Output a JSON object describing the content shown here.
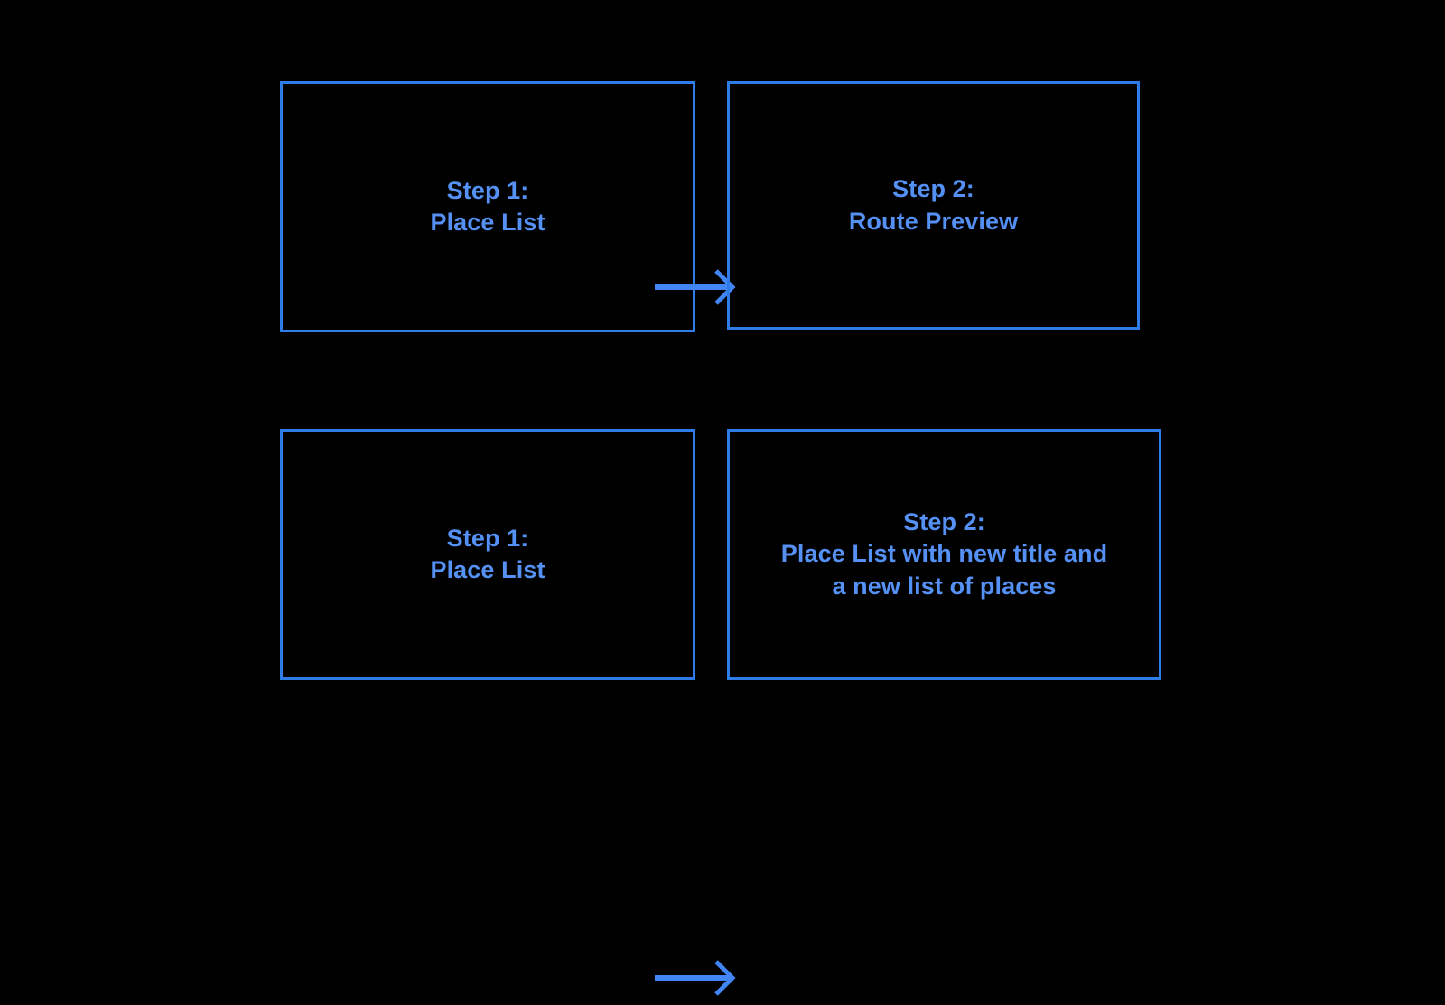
{
  "page": {
    "background_color": "#000000",
    "accent_color": "#4285f4",
    "border_color": "#2f7ce8",
    "text_color": "#5590f5",
    "type": "flow-diagram"
  },
  "diagram": {
    "rows": [
      {
        "name": "route-preview-flow",
        "nodes": [
          {
            "id": "top-step-1",
            "label": "Step 1:\nPlace List"
          },
          {
            "id": "top-step-2",
            "label": "Step 2:\nRoute Preview"
          }
        ],
        "connector": {
          "name": "arrow-right",
          "icon": "arrow-right-icon"
        }
      },
      {
        "name": "place-list-update-flow",
        "nodes": [
          {
            "id": "bottom-step-1",
            "label": "Step 1:\nPlace List"
          },
          {
            "id": "bottom-step-2",
            "label": "Step 2:\nPlace List with new title and\na new list of places"
          }
        ],
        "connector": {
          "name": "arrow-right",
          "icon": "arrow-right-icon"
        }
      }
    ]
  }
}
